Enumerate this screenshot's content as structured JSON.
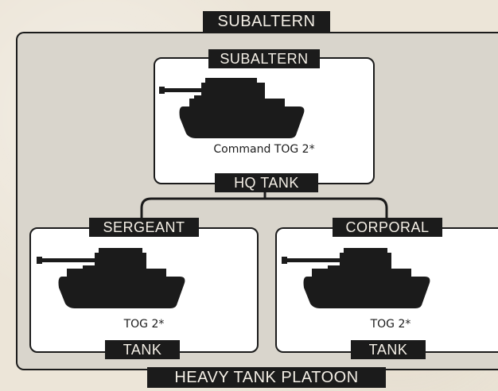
{
  "platoon": {
    "title": "HEAVY TANK PLATOON",
    "header_tag": "SUBALTERN"
  },
  "hq": {
    "rank": "SUBALTERN",
    "vehicle": "Command TOG 2*",
    "role": "HQ TANK"
  },
  "tanks": [
    {
      "rank": "SERGEANT",
      "vehicle": "TOG 2*",
      "role": "TANK"
    },
    {
      "rank": "CORPORAL",
      "vehicle": "TOG 2*",
      "role": "TANK"
    }
  ],
  "tank_icon": "heavy-tank-silhouette-icon",
  "colors": {
    "ink": "#1b1b1b",
    "panel": "#d9d5cc",
    "card": "#ffffff",
    "background": "#ece5d8"
  }
}
